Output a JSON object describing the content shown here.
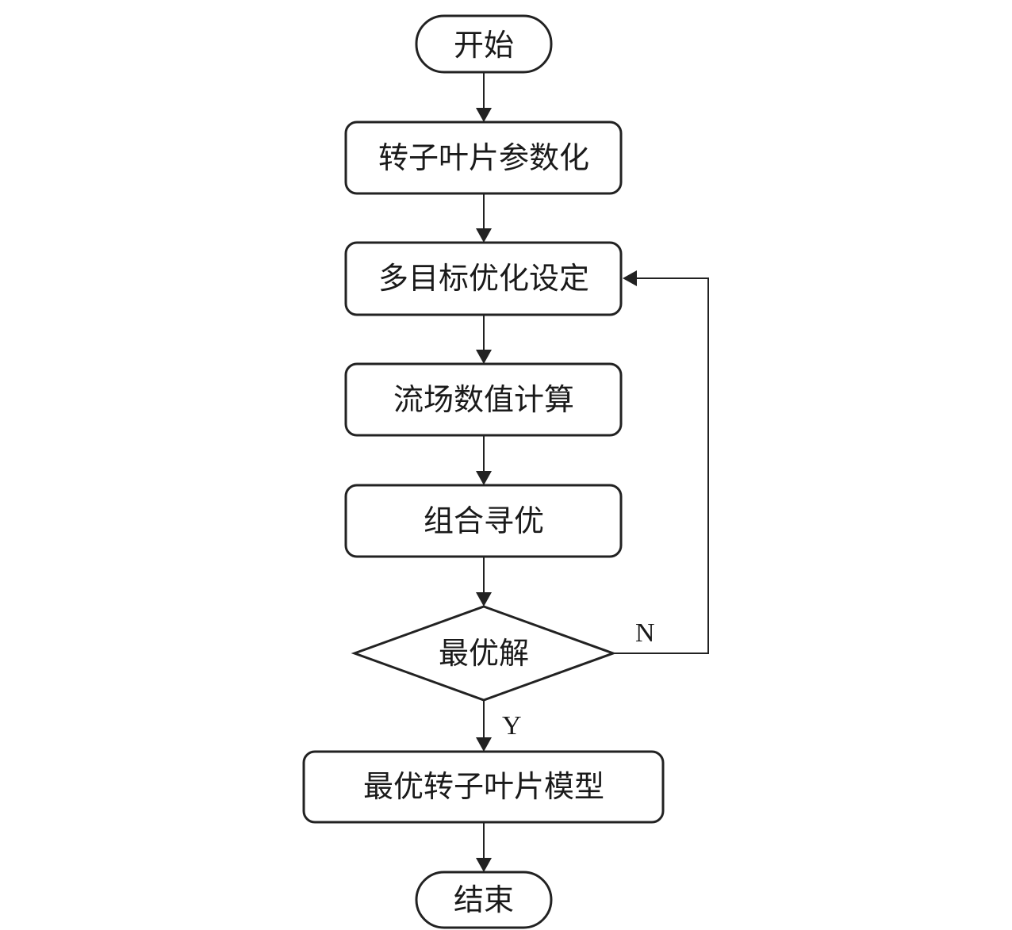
{
  "flowchart": {
    "nodes": [
      {
        "id": "start",
        "shape": "terminal",
        "label": "开始"
      },
      {
        "id": "parametrize",
        "shape": "process",
        "label": "转子叶片参数化"
      },
      {
        "id": "objectives",
        "shape": "process",
        "label": "多目标优化设定"
      },
      {
        "id": "cfd",
        "shape": "process",
        "label": "流场数值计算"
      },
      {
        "id": "search",
        "shape": "process",
        "label": "组合寻优"
      },
      {
        "id": "optimal",
        "shape": "decision",
        "label": "最优解"
      },
      {
        "id": "model",
        "shape": "process",
        "label": "最优转子叶片模型"
      },
      {
        "id": "end",
        "shape": "terminal",
        "label": "结束"
      }
    ],
    "edges": [
      {
        "from": "start",
        "to": "parametrize",
        "label": ""
      },
      {
        "from": "parametrize",
        "to": "objectives",
        "label": ""
      },
      {
        "from": "objectives",
        "to": "cfd",
        "label": ""
      },
      {
        "from": "cfd",
        "to": "search",
        "label": ""
      },
      {
        "from": "search",
        "to": "optimal",
        "label": ""
      },
      {
        "from": "optimal",
        "to": "model",
        "label": "Y"
      },
      {
        "from": "optimal",
        "to": "objectives",
        "label": "N"
      },
      {
        "from": "model",
        "to": "end",
        "label": ""
      }
    ]
  }
}
